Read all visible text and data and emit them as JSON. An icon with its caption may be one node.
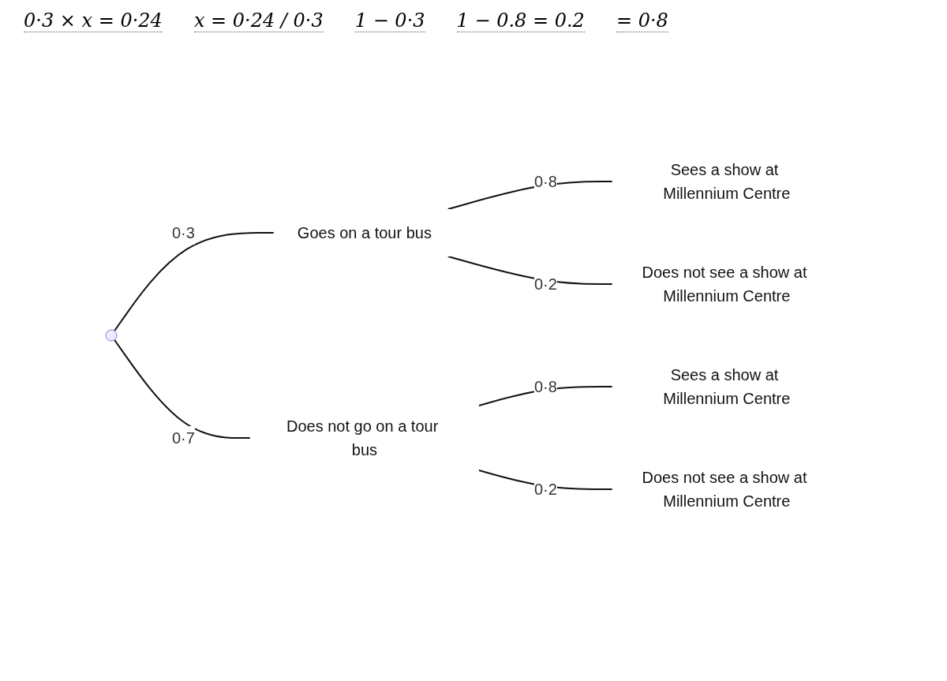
{
  "diagram": {
    "nodes": [
      {
        "text": [],
        "shape": "point"
      },
      {
        "text": [
          "Goes on a tour bus"
        ]
      },
      {
        "text": [
          "Does not go on a tour bus"
        ]
      },
      {
        "text": [
          "Sees a show at Millennium Centre"
        ]
      },
      {
        "text": [
          "Does not see a show at Millennium Centre"
        ]
      },
      {
        "text": [
          "Sees a show at Millennium Centre"
        ]
      },
      {
        "text": [
          "Does not see a show at Millennium Centre"
        ]
      }
    ],
    "edges": [
      {
        "from": 0,
        "to": 1,
        "arrow": "none",
        "label": "0·3"
      },
      {
        "from": 0,
        "to": 2,
        "arrow": "none",
        "label": "0·7"
      },
      {
        "from": 1,
        "to": 3,
        "arrow": "none",
        "label": "0·8"
      },
      {
        "from": 1,
        "to": 4,
        "arrow": "none",
        "label": "0·2"
      },
      {
        "from": 2,
        "to": 5,
        "arrow": "none",
        "label": "0·8"
      },
      {
        "from": 2,
        "to": 6,
        "arrow": "none",
        "label": "0·2"
      }
    ],
    "labels": [
      "0·3 × x = 0·24",
      "x = 0·24 / 0·3",
      "1 − 0·3",
      "1 − 0.8 = 0.2",
      "= 0·8"
    ]
  }
}
